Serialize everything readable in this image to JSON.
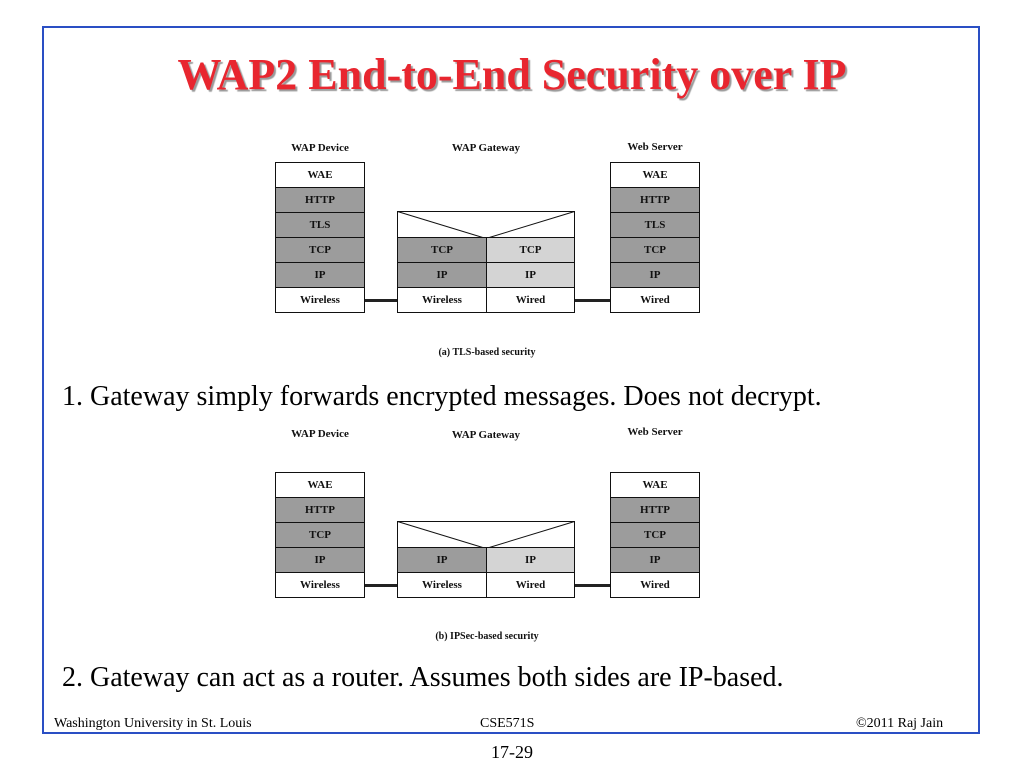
{
  "slide": {
    "title": "WAP2 End-to-End Security over IP",
    "bullet_1": "1. Gateway simply forwards encrypted messages. Does not decrypt.",
    "bullet_2": "2. Gateway can act as a router. Assumes both sides are IP-based."
  },
  "diagram_a": {
    "device_label": "WAP Device",
    "gateway_label": "WAP Gateway",
    "server_label": "Web Server",
    "device_stack": [
      "WAE",
      "HTTP",
      "TLS",
      "TCP",
      "IP",
      "Wireless"
    ],
    "gateway_left": [
      "TCP",
      "IP",
      "Wireless"
    ],
    "gateway_right": [
      "TCP",
      "IP",
      "Wired"
    ],
    "server_stack": [
      "WAE",
      "HTTP",
      "TLS",
      "TCP",
      "IP",
      "Wired"
    ],
    "caption": "(a) TLS-based security"
  },
  "diagram_b": {
    "device_label": "WAP Device",
    "gateway_label": "WAP Gateway",
    "server_label": "Web Server",
    "device_stack": [
      "WAE",
      "HTTP",
      "TCP",
      "IP",
      "Wireless"
    ],
    "gateway_left": [
      "IP",
      "Wireless"
    ],
    "gateway_right": [
      "IP",
      "Wired"
    ],
    "server_stack": [
      "WAE",
      "HTTP",
      "TCP",
      "IP",
      "Wired"
    ],
    "caption": "(b) IPSec-based security"
  },
  "footer": {
    "left": "Washington University in St. Louis",
    "center": "CSE571S",
    "right": "©2011 Raj Jain",
    "page_number": "17-29"
  }
}
